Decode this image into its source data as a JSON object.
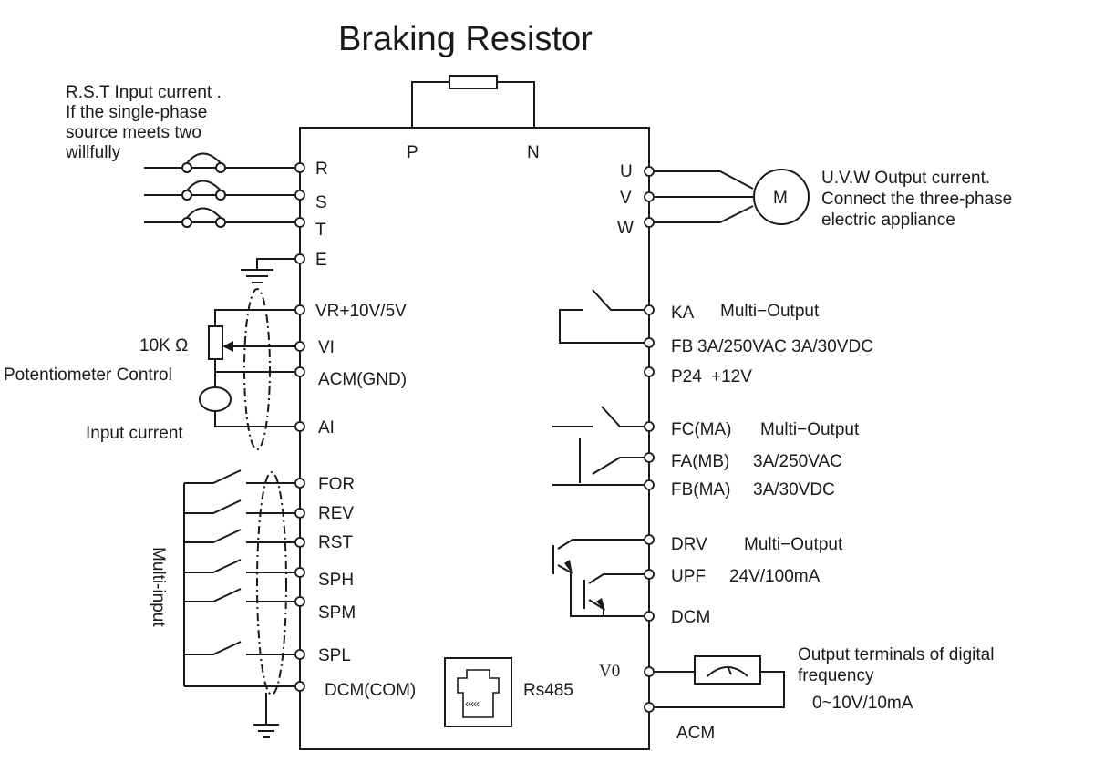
{
  "title": "Braking Resistor",
  "bus_terminals": {
    "p": "P",
    "n": "N"
  },
  "notes": {
    "input_current": [
      "R.S.T Input current .",
      "If the single-phase",
      "source meets two",
      "willfully"
    ],
    "output_current": [
      "U.V.W Output current.",
      "Connect the three-phase",
      "electric appliance"
    ],
    "potentiometer_value": "10K Ω",
    "potentiometer_control": "Potentiometer Control",
    "analog_input": "Input current",
    "multi_input": "Multi-input",
    "digital_output": [
      "Output terminals of digital",
      "frequency",
      "0~10V/10mA"
    ]
  },
  "motor_label": "M",
  "left_terminals": [
    "R",
    "S",
    "T",
    "E",
    "VR+10V/5V",
    "VI",
    "ACM(GND)",
    "AI",
    "FOR",
    "REV",
    "RST",
    "SPH",
    "SPM",
    "SPL",
    "DCM(COM)"
  ],
  "right_terminals": {
    "u": "U",
    "v": "V",
    "w": "W",
    "ka": "KA",
    "ka_desc": "Multi−Output",
    "fb": "FB",
    "fb_desc": "3A/250VAC 3A/30VDC",
    "p24": "P24",
    "p24_desc": "+12V",
    "fc": "FC(MA)",
    "fc_desc": "Multi−Output",
    "fa": "FA(MB)",
    "fa_desc": "3A/250VAC",
    "fbma": "FB(MA)",
    "fbma_desc": "3A/30VDC",
    "drv": "DRV",
    "drv_desc": "Multi−Output",
    "upf": "UPF",
    "upf_desc": "24V/100mA",
    "dcm": "DCM",
    "v0": "V0",
    "acm": "ACM"
  },
  "rs485": {
    "label": "Rs485",
    "glyph": "‹‹‹‹‹"
  }
}
